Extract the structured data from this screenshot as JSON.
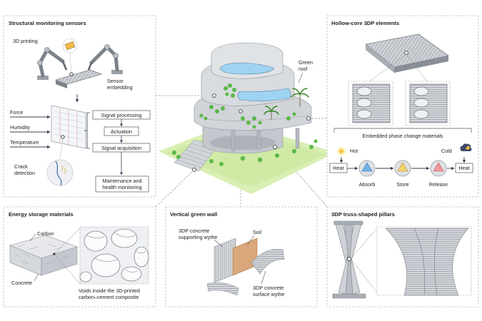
{
  "panels": {
    "structural": {
      "title": "Structural monitoring sensors",
      "printing": "3D printing",
      "sensor_1": "Sensor",
      "sensor_2": "embedding",
      "inputs": [
        "Force",
        "Humidity",
        "Temperature"
      ],
      "crack_1": "Crack",
      "crack_2": "detection",
      "signal_processing": "Signal processing",
      "actuation": "Actuation",
      "signal_acquisition": "Signal acquisition",
      "maintenance_1": "Maintenance and",
      "maintenance_2": "health monitoring"
    },
    "hollow": {
      "title": "Hollow-core 3DP elements",
      "pcm": "Embedded phase change materials",
      "hot": "Hot",
      "cold": "Cold",
      "heat": "Heat",
      "absorb": "Absorb",
      "store": "Store",
      "release": "Release"
    },
    "building": {
      "green_roof_1": "Green",
      "green_roof_2": "roof"
    },
    "energy": {
      "title": "Energy storage materials",
      "carbon": "Carbon",
      "concrete": "Concrete",
      "voids_1": "Voids inside the 3D-printed",
      "voids_2": "carbon–cement composite"
    },
    "wall": {
      "title": "Vertical green wall",
      "supporting_1": "3DP concrete",
      "supporting_2": "supporting wythe",
      "soil": "Soil",
      "surface_1": "3DP concrete",
      "surface_2": "surface wythe"
    },
    "truss": {
      "title": "3DP truss-shaped pillars"
    }
  },
  "colors": {
    "panel_border": "#b5b5b5",
    "concrete": "#c9ccd1",
    "concrete_dark": "#8d9198",
    "glass": "#9fd3f2",
    "green": "#5ab847",
    "ground": "#d9efb3",
    "soil": "#d9a77a",
    "hot": "#f5c242",
    "accent_blue": "#3f6fa8"
  }
}
